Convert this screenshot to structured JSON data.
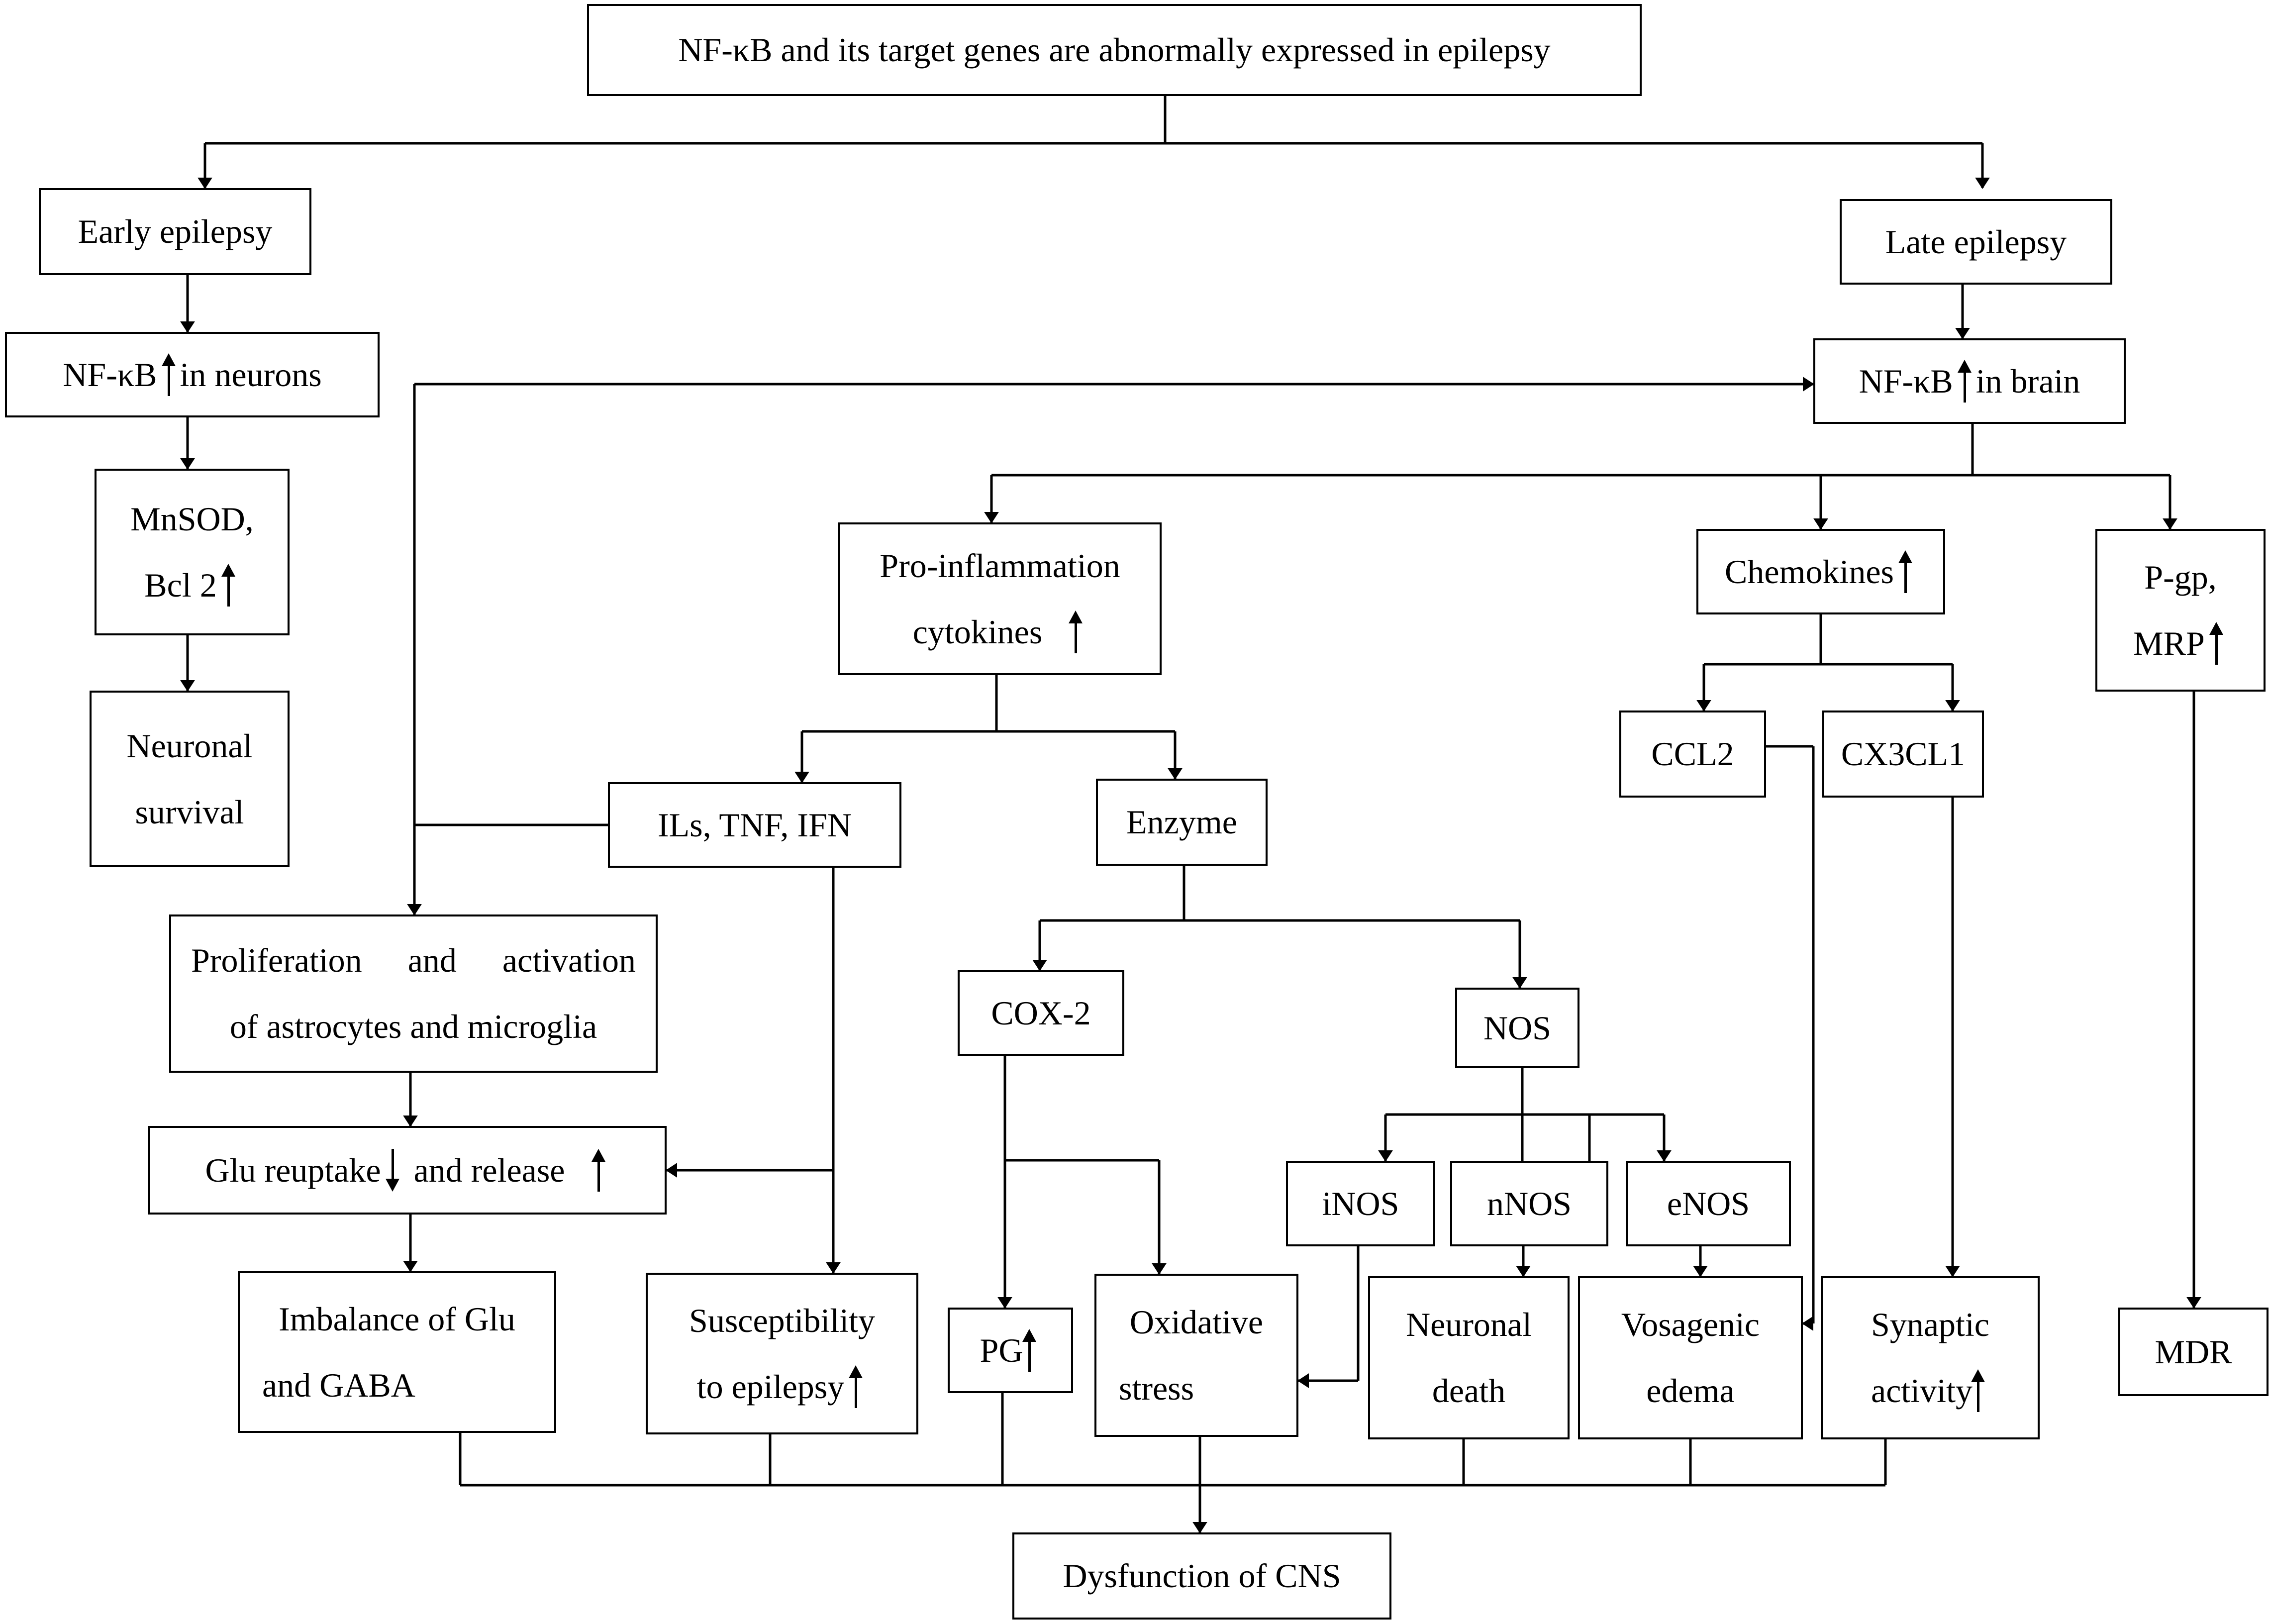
{
  "top": "NF-κB and its target genes are abnormally expressed in epilepsy",
  "early": "Early epilepsy",
  "late": "Late epilepsy",
  "nfkb_neurons": {
    "pre": "NF-κB",
    "post": "in neurons"
  },
  "nfkb_brain": {
    "pre": "NF-κB",
    "post": "in brain"
  },
  "mnsod": {
    "line1": "MnSOD,",
    "line2": "Bcl 2"
  },
  "survival": {
    "line1": "Neuronal",
    "line2": "survival"
  },
  "proinflam": {
    "line1": "Pro-inflammation",
    "line2": "cytokines"
  },
  "chemokines": "Chemokines",
  "pgp": {
    "line1": "P-gp,",
    "line2": "MRP"
  },
  "ils": "ILs, TNF, IFN",
  "enzyme": "Enzyme",
  "ccl2": "CCL2",
  "cx3cl1": "CX3CL1",
  "prolif": {
    "line1_words": [
      "Proliferation",
      "and",
      "activation"
    ],
    "line2": "of astrocytes and microglia"
  },
  "cox2": "COX-2",
  "nos": "NOS",
  "glu": {
    "part1": "Glu reuptake",
    "part2": "and release"
  },
  "inos": "iNOS",
  "nnos": "nNOS",
  "enos": "eNOS",
  "imbalance": {
    "line1": "Imbalance of Glu",
    "line2": "and GABA"
  },
  "suscept": {
    "line1": "Susceptibility",
    "line2": "to epilepsy"
  },
  "pg": "PG",
  "oxidative": {
    "line1": "Oxidative",
    "line2": "stress"
  },
  "neuronal_death": {
    "line1": "Neuronal",
    "line2": "death"
  },
  "vosagenic": {
    "line1": "Vosagenic",
    "line2": "edema"
  },
  "synaptic": {
    "line1": "Synaptic",
    "line2": "activity"
  },
  "mdr": "MDR",
  "cns": "Dysfunction of CNS"
}
